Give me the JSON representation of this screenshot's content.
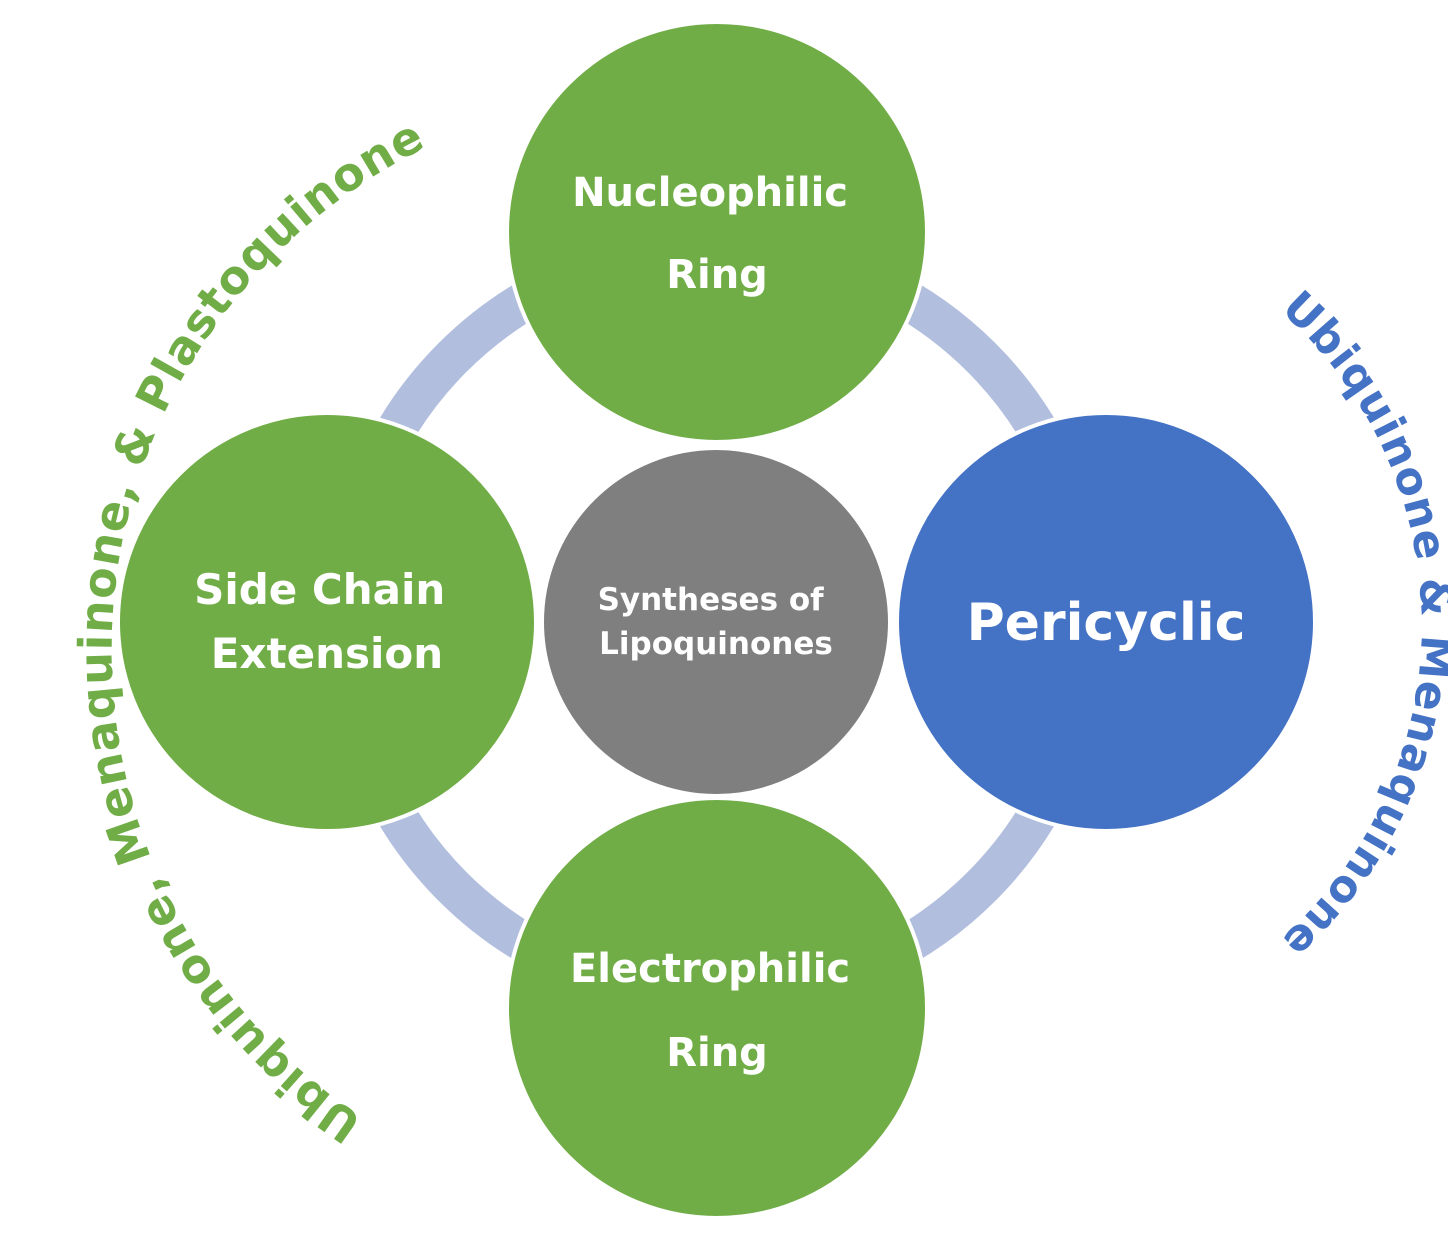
{
  "colors": {
    "green": "#70AD47",
    "blue": "#4472C4",
    "gray": "#7F7F7F",
    "ring": "#B1BEDE",
    "text_on_node": "#FFFFFF"
  },
  "center": {
    "line1": "Syntheses of",
    "line2": "Lipoquinones"
  },
  "nodes": {
    "top": {
      "line1": "Nucleophilic",
      "line2": "Ring"
    },
    "left": {
      "line1": "Side Chain",
      "line2": "Extension"
    },
    "right": {
      "line1": "Pericyclic"
    },
    "bottom": {
      "line1": "Electrophilic",
      "line2": "Ring"
    }
  },
  "arc_labels": {
    "left": "Ubiquinone, Menaquinone, & Plastoquinone",
    "right": "Ubiquinone & Menaquinone"
  }
}
